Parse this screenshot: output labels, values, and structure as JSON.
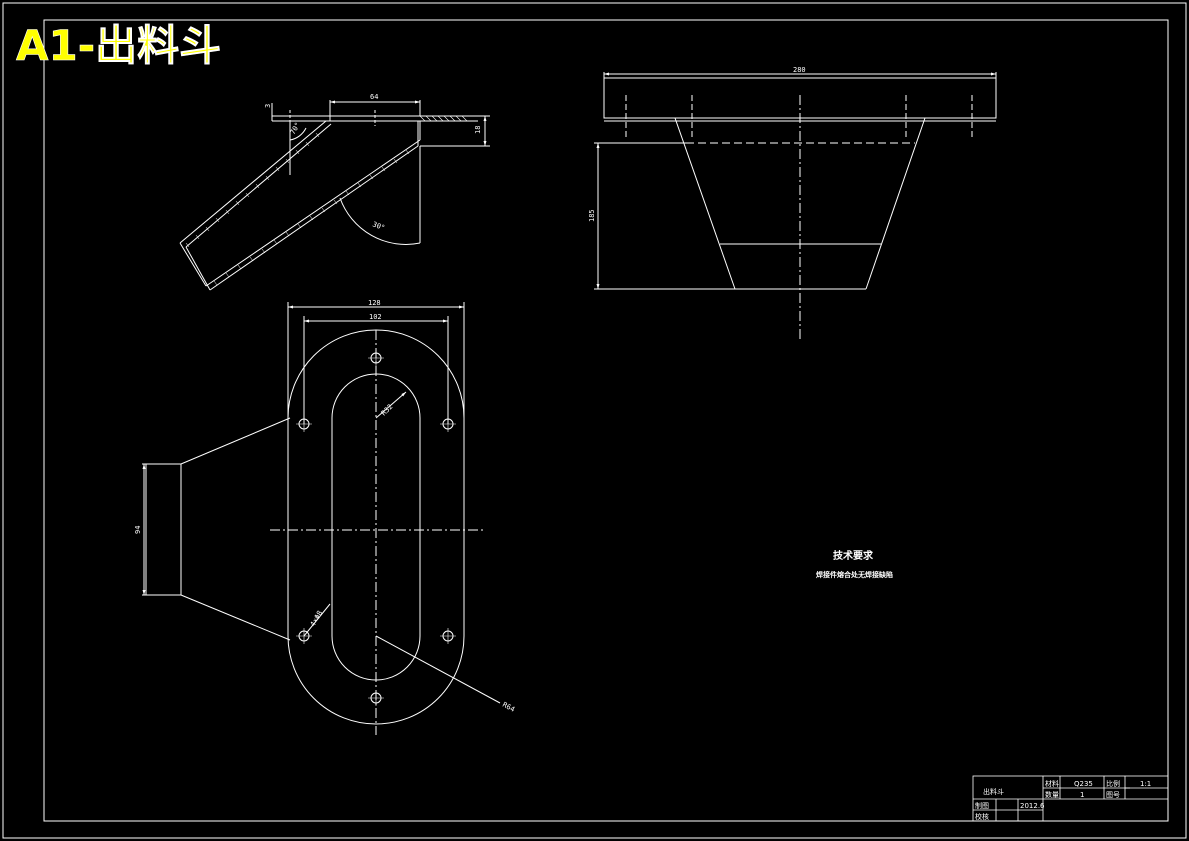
{
  "sheet_title": "A1-出料斗",
  "dimensions": {
    "top_width": "64",
    "top_height": "18",
    "small_dim": "3",
    "angle_left": "70°",
    "angle_right": "30°",
    "front_width": "280",
    "front_height": "185",
    "plan_outer_width": "128",
    "plan_inner_width": "102",
    "plan_left_height": "94",
    "slot_radius": "R32",
    "hole_spec": "4×Φ8",
    "outer_radius": "R64"
  },
  "tech_requirements": {
    "heading": "技术要求",
    "text": "焊接件熔合处无焊接缺陷"
  },
  "title_block": {
    "part_name": "出料斗",
    "material_label": "材料",
    "material_value": "Q235",
    "scale_label": "比例",
    "scale_value": "1:1",
    "quantity_label": "数量",
    "quantity_value": "1",
    "drawing_no_label": "图号",
    "drawn_label": "制图",
    "drawn_date": "2012.6",
    "check_label": "校核"
  },
  "colors": {
    "background": "#000000",
    "line": "#ffffff",
    "title": "#ffff00"
  }
}
